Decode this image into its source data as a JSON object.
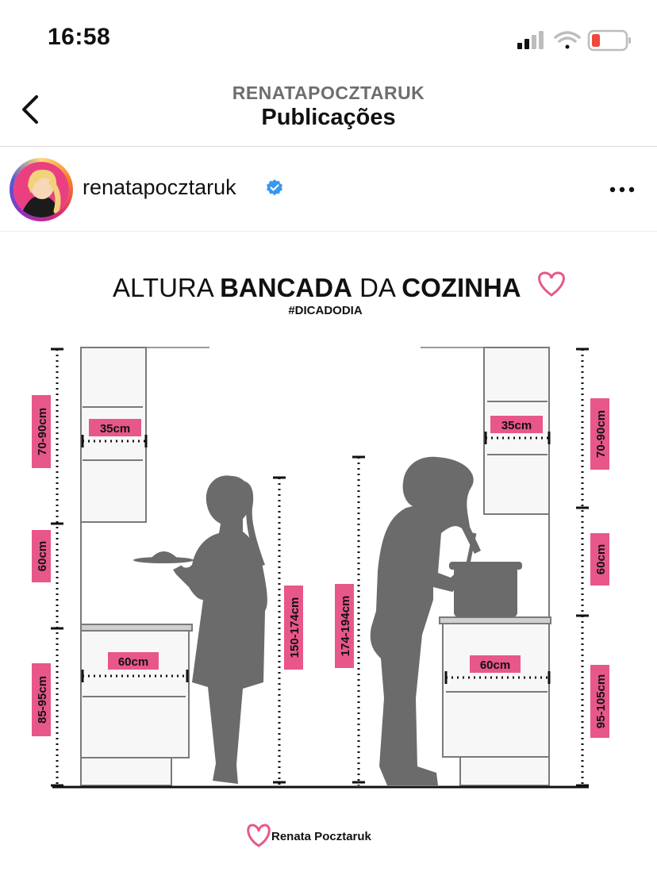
{
  "status_bar": {
    "time": "16:58",
    "battery_color": "#f0463c"
  },
  "nav": {
    "account": "RENATAPOCZTARUK",
    "title": "Publicações"
  },
  "post": {
    "username": "renatapocztaruk",
    "verified": true
  },
  "infographic": {
    "title_light_1": "ALTURA ",
    "title_bold_1": "BANCADA",
    "title_light_2": " DA ",
    "title_bold_2": "COZINHA",
    "hashtag": "#DICADODIA",
    "left": {
      "upper_cabinet_height": "70-90cm",
      "upper_cabinet_depth": "35cm",
      "gap": "60cm",
      "counter_height": "85-95cm",
      "counter_depth": "60cm",
      "person_height": "150-174cm"
    },
    "right": {
      "upper_cabinet_height": "70-90cm",
      "upper_cabinet_depth": "35cm",
      "gap": "60cm",
      "counter_height": "95-105cm",
      "counter_depth": "60cm",
      "person_height": "174-194cm"
    },
    "signature": "Renata Pocztaruk",
    "accent_color": "#e8578a",
    "silhouette_color": "#6b6b6b"
  }
}
